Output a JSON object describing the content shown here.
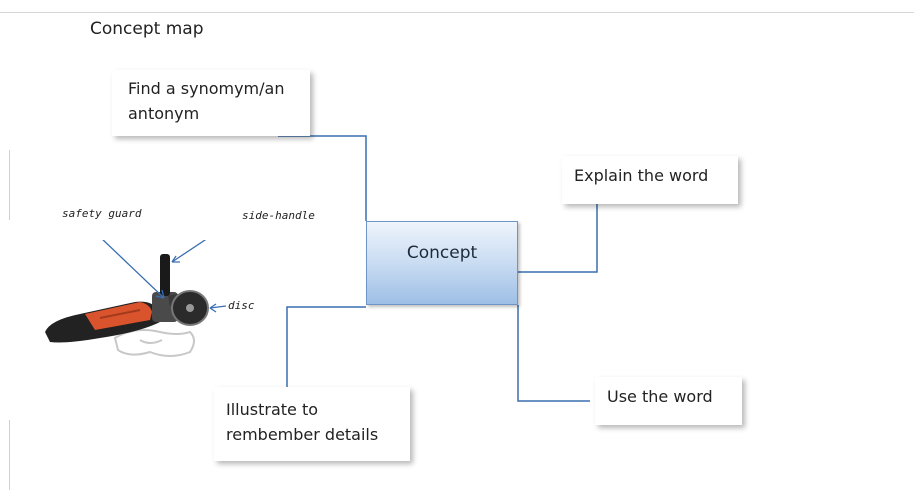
{
  "title": "Concept map",
  "center": {
    "label": "Concept"
  },
  "nodes": {
    "synonym": {
      "line1": "Find a synomym/an",
      "line2": "antonym"
    },
    "explain": {
      "label": "Explain the word"
    },
    "use": {
      "label": "Use the word"
    },
    "illustrate": {
      "line1": "Illustrate to",
      "line2": "rembember details"
    }
  },
  "illustration": {
    "labels": {
      "guard": "safety guard",
      "handle": "side-handle",
      "disc": "disc"
    }
  },
  "colors": {
    "connector": "#3a6fb0",
    "concept_border": "#6f95c6"
  }
}
